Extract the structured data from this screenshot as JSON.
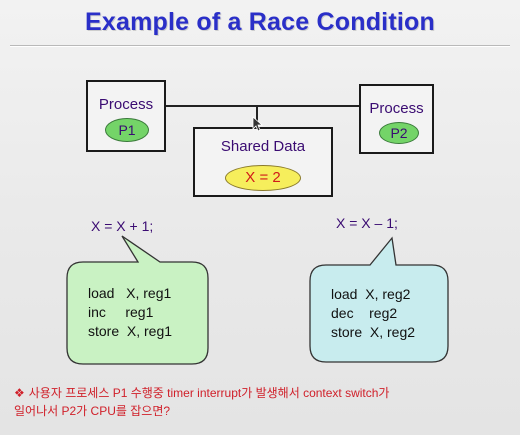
{
  "title": "Example of a Race Condition",
  "process1": {
    "label": "Process",
    "id": "P1"
  },
  "process2": {
    "label": "Process",
    "id": "P2"
  },
  "shared": {
    "label": "Shared Data",
    "value": "X = 2"
  },
  "formula1": "X = X + 1;",
  "formula2": "X = X – 1;",
  "code1": [
    "load   X, reg1",
    "inc     reg1",
    "store  X, reg1"
  ],
  "code2": [
    "load  X, reg2",
    "dec    reg2",
    "store  X, reg2"
  ],
  "footer": {
    "bullet": "❖",
    "line1": "사용자 프로세스 P1 수행중 timer interrupt가 발생해서 context switch가",
    "line2": "일어나서 P2가 CPU를 잡으면?"
  },
  "colors": {
    "title": "#2a2fc8",
    "label": "#3a0b72",
    "green": "#74d468",
    "yellow": "#f6ee5c",
    "bubble1": "#c9f2c3",
    "bubble2": "#c8ecee",
    "footer": "#d0202a"
  }
}
